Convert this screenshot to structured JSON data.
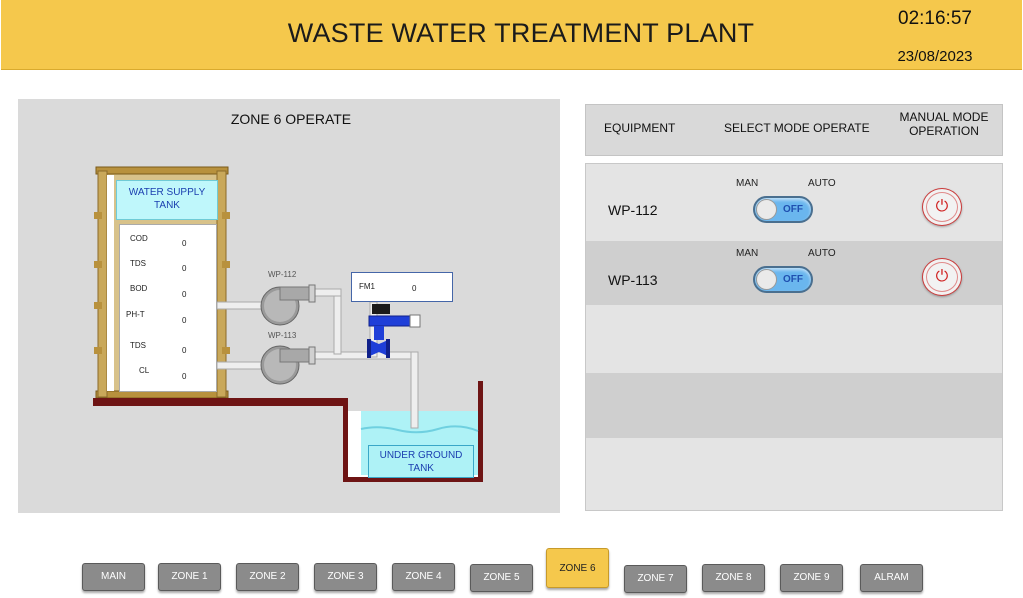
{
  "header": {
    "title": "WASTE WATER TREATMENT PLANT",
    "time": "02:16:57",
    "date": "23/08/2023"
  },
  "zone": {
    "title": "ZONE 6 OPERATE",
    "supply_tank": {
      "line1": "WATER SUPPLY",
      "line2": "TANK"
    },
    "parameters": [
      {
        "name": "COD",
        "value": "0"
      },
      {
        "name": "TDS",
        "value": "0"
      },
      {
        "name": "BOD",
        "value": "0"
      },
      {
        "name": "PH-T",
        "value": "0"
      },
      {
        "name": "TDS",
        "value": "0"
      },
      {
        "name": "CL",
        "value": "0"
      }
    ],
    "pumps": [
      "WP-112",
      "WP-113"
    ],
    "flow_meter": {
      "name": "FM1",
      "value": "0"
    },
    "underground_tank": {
      "line1": "UNDER GROUND",
      "line2": "TANK"
    }
  },
  "equipment_table": {
    "headers": {
      "equipment": "EQUIPMENT",
      "select_mode": "SELECT MODE OPERATE",
      "manual_line1": "MANUAL MODE",
      "manual_line2": "OPERATION"
    },
    "rows": [
      {
        "name": "WP-112",
        "man_label": "MAN",
        "auto_label": "AUTO",
        "toggle_state": "OFF",
        "power_icon": "power-icon"
      },
      {
        "name": "WP-113",
        "man_label": "MAN",
        "auto_label": "AUTO",
        "toggle_state": "OFF",
        "power_icon": "power-icon"
      }
    ]
  },
  "nav": {
    "buttons": [
      "MAIN",
      "ZONE 1",
      "ZONE 2",
      "ZONE 3",
      "ZONE 4",
      "ZONE 5",
      "ZONE 6",
      "ZONE 7",
      "ZONE 8",
      "ZONE 9",
      "ALRAM"
    ],
    "active": "ZONE 6"
  },
  "colors": {
    "header_bg": "#f5c84c",
    "active_tab": "#f5c84c",
    "inactive_tab": "#8b8b8b",
    "water": "#bff7fb",
    "toggle_bg": "#6ab6ee",
    "power_red": "#d02020"
  }
}
